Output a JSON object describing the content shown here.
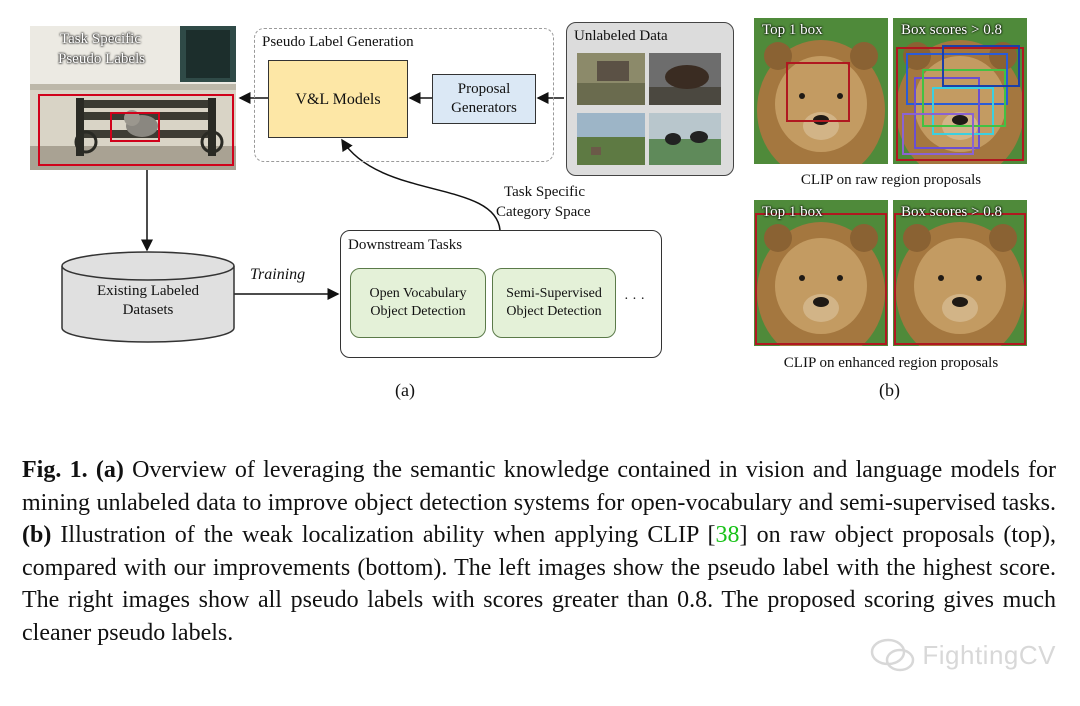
{
  "panel_a": {
    "pseudo_labels_title_line1": "Task Specific",
    "pseudo_labels_title_line2": "Pseudo Labels",
    "pseudo_label_generation": "Pseudo Label Generation",
    "vl_models": "V&L Models",
    "proposal_generators_line1": "Proposal",
    "proposal_generators_line2": "Generators",
    "unlabeled_data": "Unlabeled Data",
    "task_specific_category_space_line1": "Task Specific",
    "task_specific_category_space_line2": "Category Space",
    "downstream_tasks": "Downstream Tasks",
    "existing_labeled_datasets_line1": "Existing Labeled",
    "existing_labeled_datasets_line2": "Datasets",
    "training": "Training",
    "open_vocab_line1": "Open Vocabulary",
    "open_vocab_line2": "Object Detection",
    "semi_supervised_line1": "Semi-Supervised",
    "semi_supervised_line2": "Object Detection",
    "ellipsis": "· · ·",
    "label": "(a)"
  },
  "panel_b": {
    "top1_box": "Top 1 box",
    "box_scores": "Box scores > 0.8",
    "raw_caption": "CLIP on raw region proposals",
    "enhanced_caption": "CLIP on enhanced region proposals",
    "label": "(b)"
  },
  "caption": {
    "fig_label": "Fig. 1.",
    "a_marker": "(a)",
    "part1": "Overview of leveraging the semantic knowledge contained in vision and language models for mining unlabeled data to improve object detection systems for open-vocabulary and semi-supervised tasks.",
    "b_marker": "(b)",
    "part2": "Illustration of the weak localization ability when applying CLIP",
    "cite_open": "[",
    "cite_num": "38",
    "cite_close": "]",
    "part3": "on raw object proposals (top), compared with our improvements (bottom). The left images show the pseudo label with the highest score. The right images show all pseudo labels with scores greater than 0.8. The proposed scoring gives much cleaner pseudo labels."
  },
  "watermark": {
    "text": "FightingCV"
  },
  "colors": {
    "vl_fill": "#fde7a6",
    "proposal_fill": "#dbe8f5",
    "green_fill": "#e4f1d8",
    "red_box": "#d0021b",
    "cite": "#18c218"
  }
}
